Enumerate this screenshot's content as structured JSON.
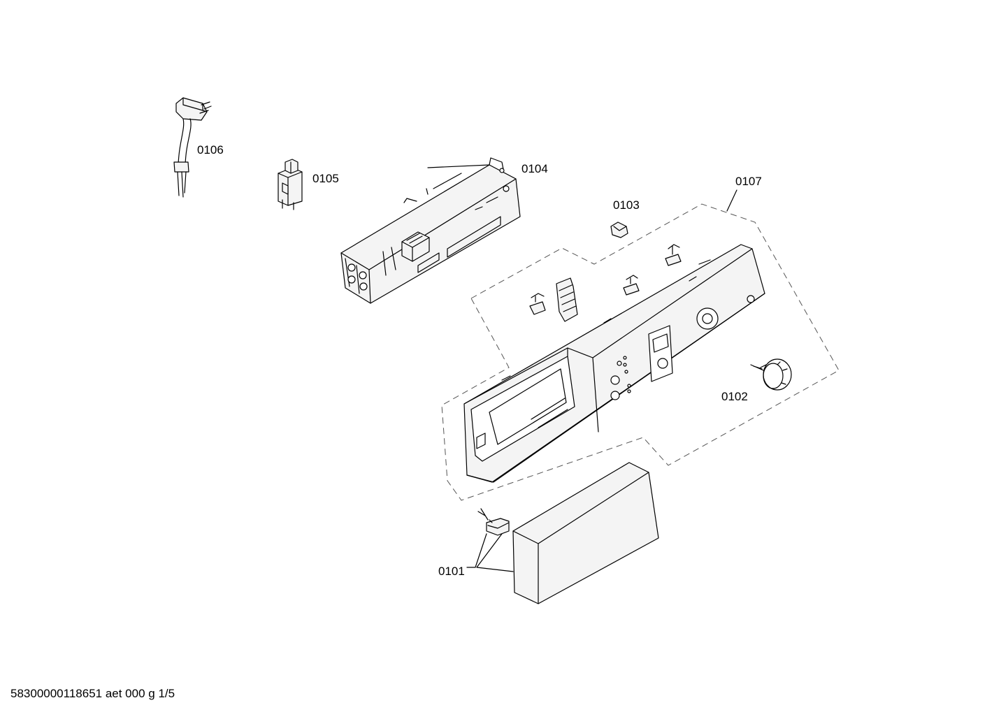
{
  "parts": [
    {
      "id": "0106",
      "label": "0106"
    },
    {
      "id": "0105",
      "label": "0105"
    },
    {
      "id": "0104",
      "label": "0104"
    },
    {
      "id": "0107",
      "label": "0107"
    },
    {
      "id": "0103",
      "label": "0103"
    },
    {
      "id": "0102",
      "label": "0102"
    },
    {
      "id": "0101",
      "label": "0101"
    }
  ],
  "footer": "58300000118651 aet 000 g 1/5"
}
